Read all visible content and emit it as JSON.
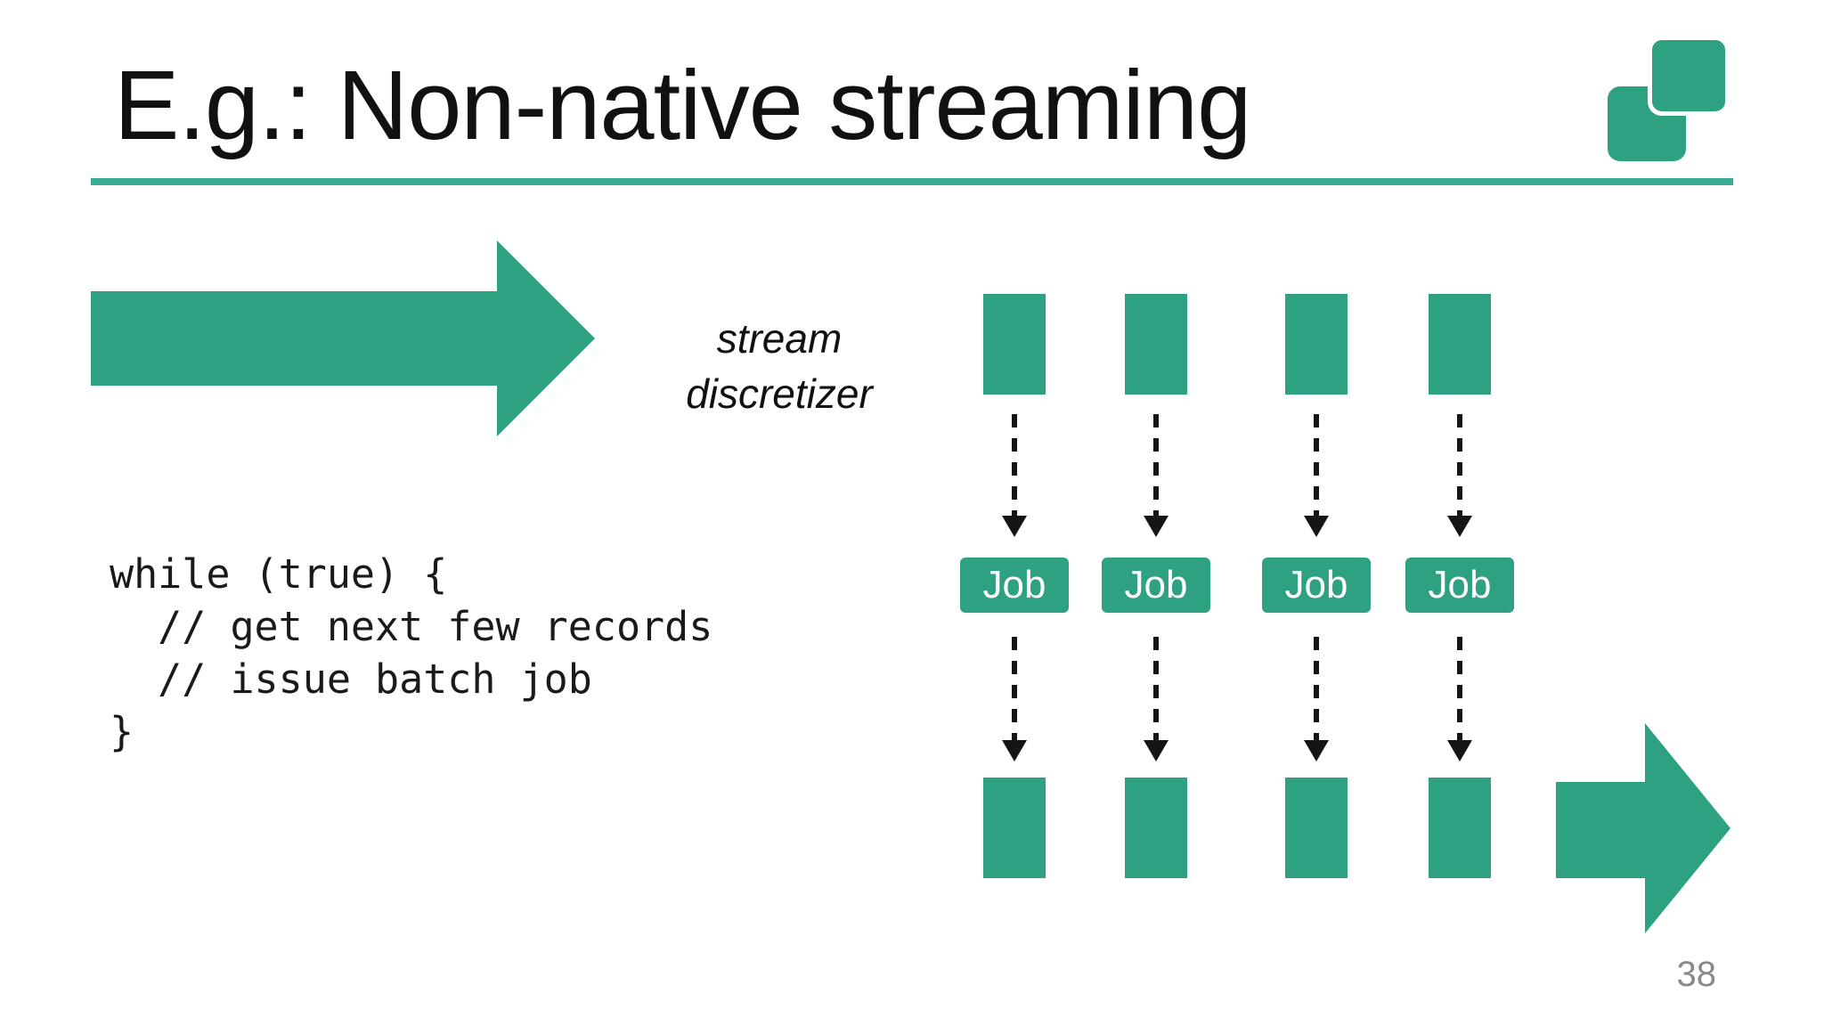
{
  "slide": {
    "title": "E.g.: Non-native streaming",
    "page_number": "38"
  },
  "labels": {
    "stream_discretizer": "stream\ndiscretizer"
  },
  "code": {
    "text": "while (true) {\n  // get next few records\n  // issue batch job\n}"
  },
  "pipeline": {
    "columns": [
      {
        "job_label": "Job"
      },
      {
        "job_label": "Job"
      },
      {
        "job_label": "Job"
      },
      {
        "job_label": "Job"
      }
    ]
  },
  "colors": {
    "accent_teal": "#2FA183",
    "underline_teal": "#3AAC94",
    "page_number_gray": "#8A8A8A"
  }
}
